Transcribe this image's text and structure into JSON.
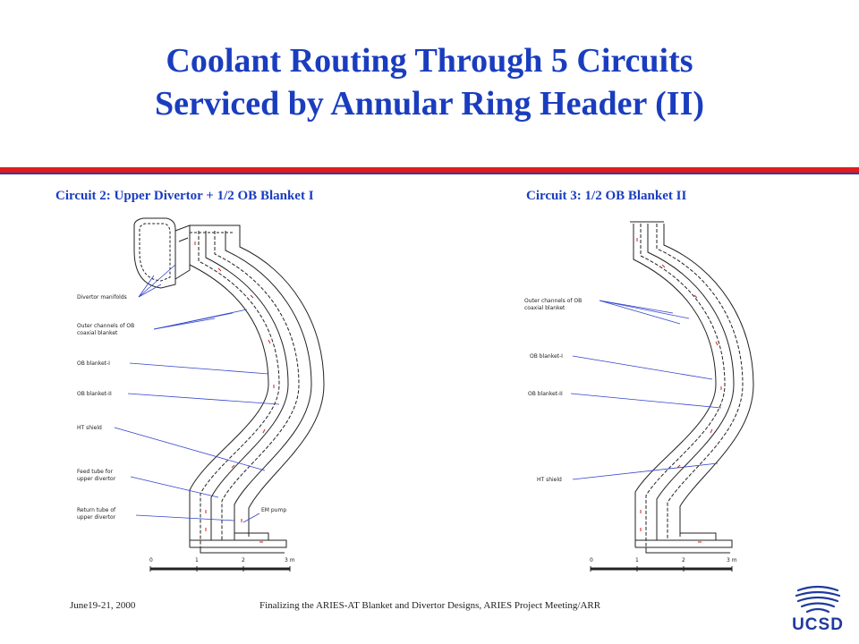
{
  "title": {
    "line1": "Coolant Routing Through 5 Circuits",
    "line2": "Serviced by Annular Ring Header (II)"
  },
  "left_panel": {
    "caption": "Circuit 2: Upper Divertor + 1/2 OB Blanket I",
    "labels": {
      "divertor_manifolds": "Divertor manifolds",
      "outer_channels_1": "Outer channels of OB",
      "outer_channels_2": "coaxial blanket",
      "ob_blanket_1": "OB blanket-I",
      "ob_blanket_2": "OB blanket-II",
      "ht_shield": "HT shield",
      "feed_tube_1": "Feed tube for",
      "feed_tube_2": "upper divertor",
      "return_tube_1": "Return tube of",
      "return_tube_2": "upper divertor",
      "em_pump": "EM pump"
    },
    "scale": [
      "0",
      "1",
      "2",
      "3 m"
    ]
  },
  "right_panel": {
    "caption": "Circuit 3: 1/2 OB Blanket II",
    "labels": {
      "outer_channels_1": "Outer channels of OB",
      "outer_channels_2": "coaxial blanket",
      "ob_blanket_1": "OB blanket-I",
      "ob_blanket_2": "OB blanket-II",
      "ht_shield": "HT shield"
    },
    "scale": [
      "0",
      "1",
      "2",
      "3 m"
    ]
  },
  "footer": {
    "date": "June19-21, 2000",
    "description": "Finalizing the ARIES-AT Blanket and Divertor Designs,  ARIES Project Meeting/ARR"
  },
  "logo": {
    "text": "UCSD",
    "color": "#1f3a9e"
  },
  "colors": {
    "title": "#1a3dbf",
    "rule_red": "#e01b1b",
    "rule_blue": "#2a3db3",
    "leader": "#3344cc"
  }
}
